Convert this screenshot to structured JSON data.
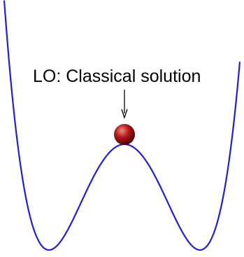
{
  "annotation": {
    "text": "LO: Classical solution"
  },
  "colors": {
    "curve": "#1f1fd6",
    "ball_highlight": "#f08a80",
    "ball_mid": "#b31b1b",
    "ball_shadow": "#4a0000",
    "arrow": "#000000"
  },
  "elements": {
    "curve": "double-well-potential",
    "ball": "red-sphere",
    "pointer": "down-arrow"
  }
}
